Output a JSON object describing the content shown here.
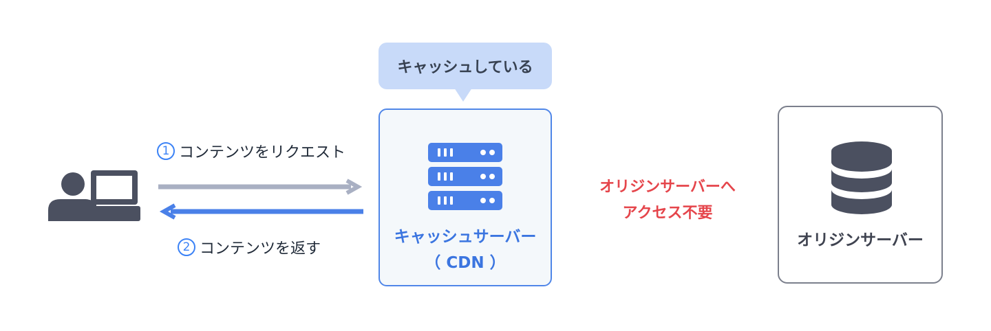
{
  "bubble": {
    "text": "キャッシュしている"
  },
  "steps": [
    {
      "num": "1",
      "label": "コンテンツをリクエスト"
    },
    {
      "num": "2",
      "label": "コンテンツを返す"
    }
  ],
  "cdn": {
    "line1": "キャッシュサーバー",
    "line2": "（ CDN ）"
  },
  "note": {
    "line1": "オリジンサーバーへ",
    "line2": "アクセス不要"
  },
  "origin": {
    "label": "オリジンサーバー"
  },
  "icons": {
    "user": "user-with-laptop-icon",
    "cdn": "server-rack-icon",
    "origin": "database-icon"
  },
  "colors": {
    "accent": "#3b82f6",
    "request_arrow": "#a9b0c3",
    "return_arrow": "#4a80e8",
    "warning": "#e5454b",
    "bubble": "#c8daf9",
    "icon_dark": "#4b5060"
  }
}
